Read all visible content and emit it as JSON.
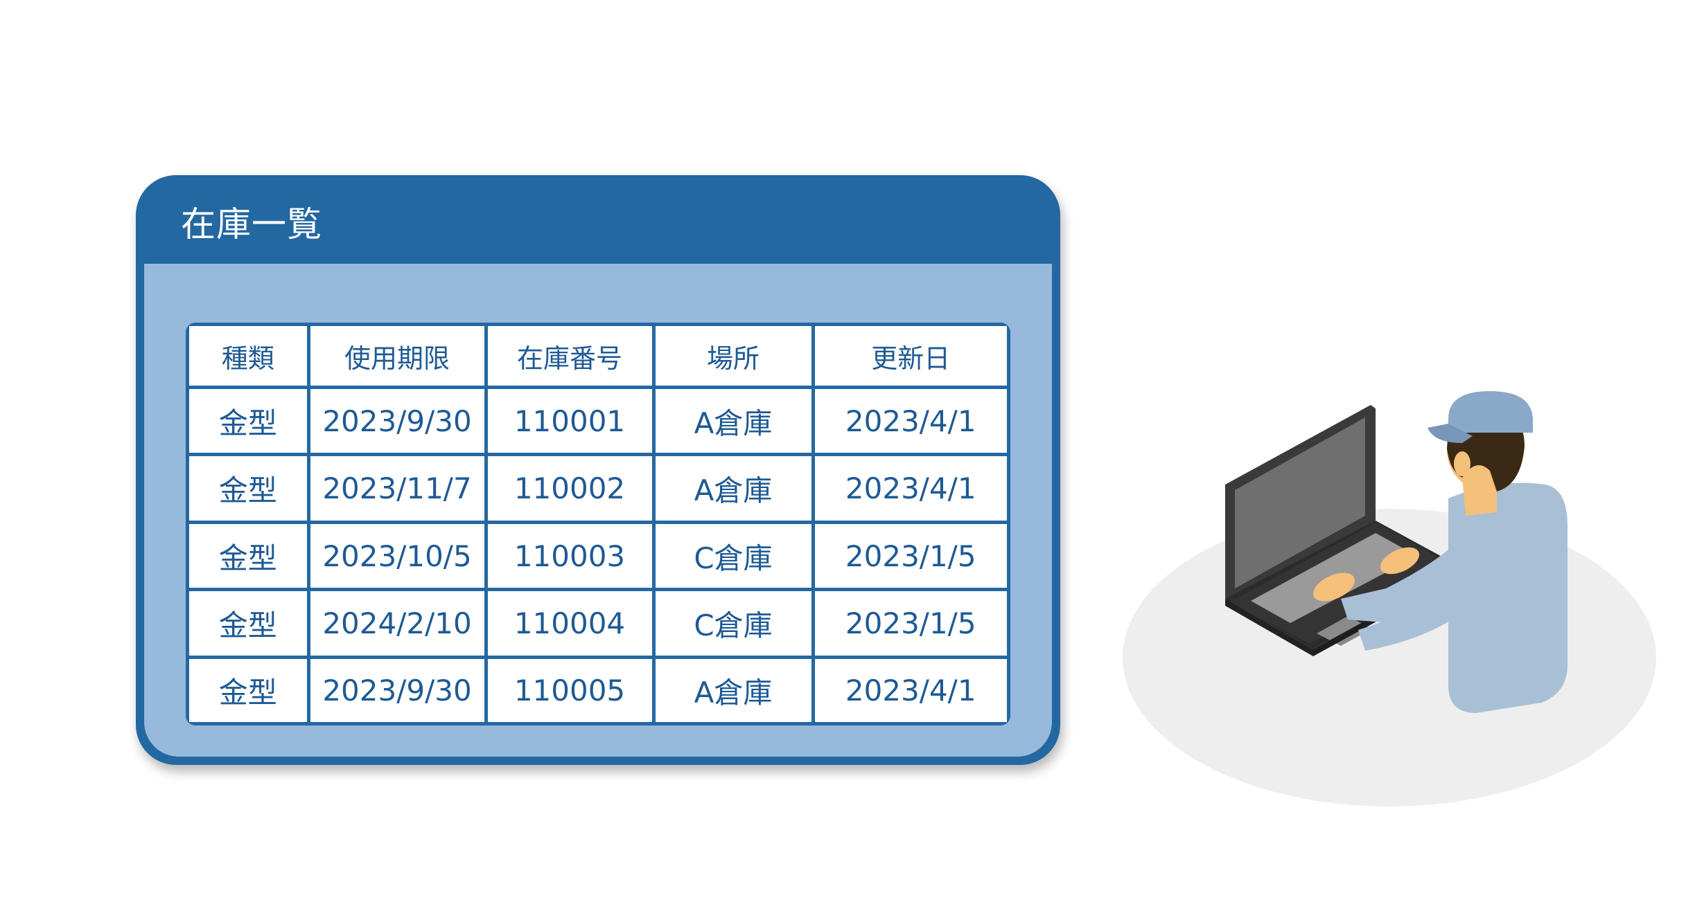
{
  "window": {
    "title": "在庫一覧"
  },
  "table": {
    "headers": [
      "種類",
      "使用期限",
      "在庫番号",
      "場所",
      "更新日"
    ],
    "rows": [
      [
        "金型",
        "2023/9/30",
        "110001",
        "A倉庫",
        "2023/4/1"
      ],
      [
        "金型",
        "2023/11/7",
        "110002",
        "A倉庫",
        "2023/4/1"
      ],
      [
        "金型",
        "2023/10/5",
        "110003",
        "C倉庫",
        "2023/1/5"
      ],
      [
        "金型",
        "2024/2/10",
        "110004",
        "C倉庫",
        "2023/1/5"
      ],
      [
        "金型",
        "2023/9/30",
        "110005",
        "A倉庫",
        "2023/4/1"
      ]
    ]
  },
  "colors": {
    "window_frame": "#2468a2",
    "window_body": "#97b9db",
    "table_text": "#1e5a94",
    "worker_clothes": "#a9bfd6",
    "floor_shadow": "#eeeeee"
  },
  "illustration": {
    "icons": [
      "worker-icon",
      "laptop-icon"
    ]
  }
}
